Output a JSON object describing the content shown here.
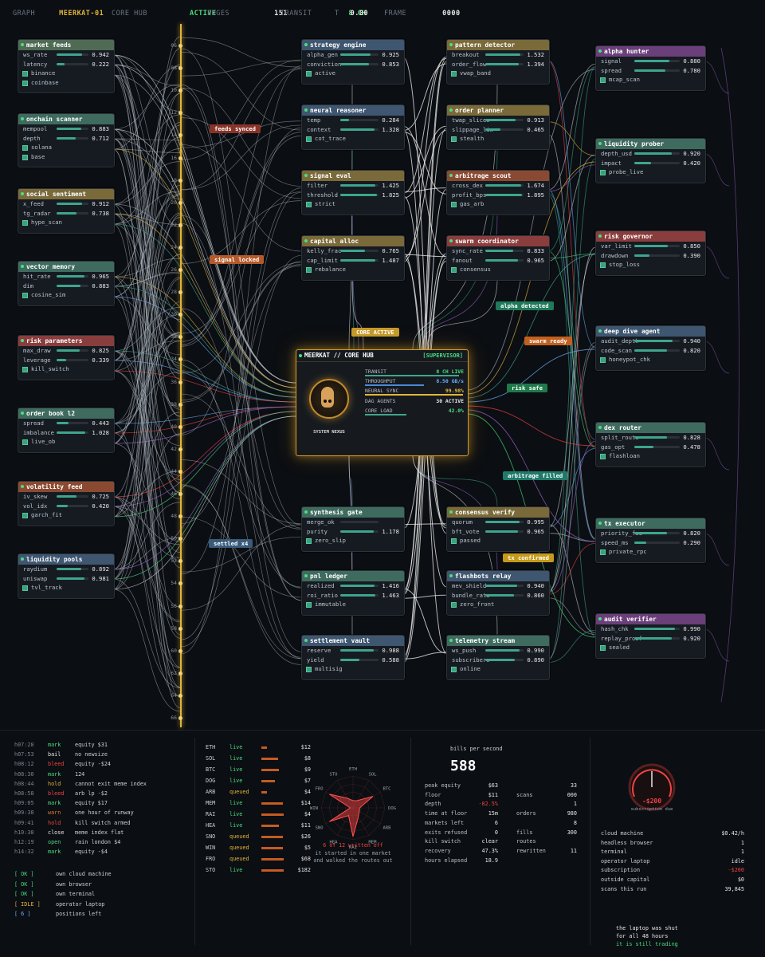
{
  "topbar": [
    {
      "k": "GRAPH",
      "v": "MEERKAT-01",
      "c": "#e0b53a"
    },
    {
      "k": "CORE HUB",
      "v": "ACTIVE",
      "c": "#4ade80"
    },
    {
      "k": "EDGES",
      "v": "151",
      "c": "#e6e6e6"
    },
    {
      "k": "TRANSIT",
      "v": "8 CH",
      "c": "#4ade80"
    },
    {
      "k": "T",
      "v": "0.00",
      "c": "#e6e6e6"
    },
    {
      "k": "FRAME",
      "v": "0000",
      "c": "#e6e6e6"
    }
  ],
  "rail_ticks": [
    "06",
    "08",
    "10",
    "12",
    "14",
    "16",
    "18",
    "20",
    "22",
    "24",
    "26",
    "28",
    "30",
    "32",
    "34",
    "36",
    "38",
    "40",
    "42",
    "44",
    "46",
    "48",
    "50",
    "52",
    "54",
    "56",
    "58",
    "60",
    "62",
    "64",
    "66"
  ],
  "left_nodes": [
    {
      "title": "market feeds",
      "color": "#4f6b54",
      "rows": [
        [
          "ws_rate",
          "0.942",
          0.8
        ],
        [
          "latency",
          "0.222",
          0.25
        ]
      ],
      "checks": [
        "binance",
        "coinbase"
      ]
    },
    {
      "title": "onchain scanner",
      "color": "#3f6b5f",
      "rows": [
        [
          "mempool",
          "0.883",
          0.78
        ],
        [
          "depth",
          "0.712",
          0.6
        ]
      ],
      "checks": [
        "solana",
        "base"
      ]
    },
    {
      "title": "social sentiment",
      "color": "#7a6a3a",
      "rows": [
        [
          "x_feed",
          "0.912",
          0.8
        ],
        [
          "tg_radar",
          "0.738",
          0.62
        ]
      ],
      "checks": [
        "hype_scan"
      ]
    },
    {
      "title": "vector memory",
      "color": "#3f6b5f",
      "rows": [
        [
          "hit_rate",
          "0.965",
          0.88
        ],
        [
          "dim",
          "0.883",
          0.75
        ]
      ],
      "checks": [
        "cosine_sim"
      ]
    },
    {
      "title": "risk parameters",
      "color": "#8a3d3d",
      "rows": [
        [
          "max_draw",
          "0.825",
          0.72
        ],
        [
          "leverage",
          "0.339",
          0.3
        ]
      ],
      "checks": [
        "kill_switch"
      ]
    },
    {
      "title": "order book l2",
      "color": "#3f6b5f",
      "rows": [
        [
          "spread",
          "0.443",
          0.38
        ],
        [
          "imbalance",
          "1.028",
          0.9
        ]
      ],
      "checks": [
        "live_ob"
      ]
    },
    {
      "title": "volatility feed",
      "color": "#8a4a32",
      "rows": [
        [
          "iv_skew",
          "0.725",
          0.62
        ],
        [
          "vol_idx",
          "0.420",
          0.36
        ]
      ],
      "checks": [
        "garch_fit"
      ]
    },
    {
      "title": "liquidity pools",
      "color": "#3f5670",
      "rows": [
        [
          "raydium",
          "0.892",
          0.78
        ],
        [
          "uniswap",
          "0.981",
          0.88
        ]
      ],
      "checks": [
        "tvl_track"
      ]
    }
  ],
  "mid_nodes": [
    {
      "title": "strategy engine",
      "color": "#3f5670",
      "rows": [
        [
          "alpha_gen",
          "0.925",
          0.8
        ],
        [
          "conviction",
          "0.853",
          0.74
        ]
      ],
      "checks": [
        "active"
      ]
    },
    {
      "title": "neural reasoner",
      "color": "#3f5670",
      "rows": [
        [
          "temp",
          "0.284",
          0.22
        ],
        [
          "context",
          "1.328",
          0.9
        ]
      ],
      "checks": [
        "cot_trace"
      ]
    },
    {
      "title": "signal eval",
      "color": "#7a6a3a",
      "rows": [
        [
          "filter",
          "1.425",
          0.92
        ],
        [
          "threshold",
          "1.825",
          0.95
        ]
      ],
      "checks": [
        "strict"
      ]
    },
    {
      "title": "capital alloc",
      "color": "#7a6a3a",
      "rows": [
        [
          "kelly_frac",
          "0.765",
          0.65
        ],
        [
          "cap_limit",
          "1.487",
          0.92
        ]
      ],
      "checks": [
        "rebalance"
      ]
    },
    {
      "title": "synthesis gate",
      "color": "#3f6b5f",
      "rows": [
        [
          "merge_ok",
          "",
          0.0
        ],
        [
          "purity",
          "1.178",
          0.88
        ]
      ],
      "checks": [
        "zero_slip"
      ]
    },
    {
      "title": "pnl ledger",
      "color": "#3f6b5f",
      "rows": [
        [
          "realized",
          "1.416",
          0.9
        ],
        [
          "roi_ratio",
          "1.463",
          0.92
        ]
      ],
      "checks": [
        "immutable"
      ]
    },
    {
      "title": "settlement vault",
      "color": "#3f5670",
      "rows": [
        [
          "reserve",
          "0.988",
          0.88
        ],
        [
          "yield",
          "0.588",
          0.5
        ]
      ],
      "checks": [
        "multisig"
      ]
    }
  ],
  "mid2_nodes": [
    {
      "title": "pattern detector",
      "color": "#7a6a3a",
      "rows": [
        [
          "breakout",
          "1.532",
          0.92
        ],
        [
          "order_flow",
          "1.394",
          0.88
        ]
      ],
      "checks": [
        "vwap_band"
      ]
    },
    {
      "title": "order planner",
      "color": "#7a6a3a",
      "rows": [
        [
          "twap_slices",
          "0.913",
          0.8
        ],
        [
          "slippage_lim",
          "0.465",
          0.4
        ]
      ],
      "checks": [
        "stealth"
      ]
    },
    {
      "title": "arbitrage scout",
      "color": "#8a4a32",
      "rows": [
        [
          "cross_dex",
          "1.674",
          0.93
        ],
        [
          "profit_bps",
          "1.895",
          0.96
        ]
      ],
      "checks": [
        "gas_arb"
      ]
    },
    {
      "title": "swarm coordinator",
      "color": "#8a3d3d",
      "rows": [
        [
          "sync_rate",
          "0.833",
          0.72
        ],
        [
          "fanout",
          "0.965",
          0.86
        ]
      ],
      "checks": [
        "consensus"
      ]
    },
    {
      "title": "consensus verify",
      "color": "#7a6a3a",
      "rows": [
        [
          "quorum",
          "0.995",
          0.9
        ],
        [
          "bft_vote",
          "0.965",
          0.86
        ]
      ],
      "checks": [
        "passed"
      ]
    },
    {
      "title": "flashbots relay",
      "color": "#3f5670",
      "rows": [
        [
          "mev_shield",
          "0.940",
          0.84
        ],
        [
          "bundle_rate",
          "0.860",
          0.76
        ]
      ],
      "checks": [
        "zero_front"
      ]
    },
    {
      "title": "telemetry stream",
      "color": "#3f6b5f",
      "rows": [
        [
          "ws_push",
          "0.990",
          0.9
        ],
        [
          "subscribers",
          "0.890",
          0.78
        ]
      ],
      "checks": [
        "online"
      ]
    }
  ],
  "right_nodes": [
    {
      "title": "alpha hunter",
      "color": "#6a3f7a",
      "rows": [
        [
          "signal",
          "0.880",
          0.78
        ],
        [
          "spread",
          "0.780",
          0.68
        ]
      ],
      "checks": [
        "mcap_scan"
      ]
    },
    {
      "title": "liquidity prober",
      "color": "#3f6b5f",
      "rows": [
        [
          "depth_usd",
          "0.920",
          0.82
        ],
        [
          "impact",
          "0.420",
          0.36
        ]
      ],
      "checks": [
        "probe_live"
      ]
    },
    {
      "title": "risk governor",
      "color": "#8a3d3d",
      "rows": [
        [
          "var_limit",
          "0.850",
          0.74
        ],
        [
          "drawdown",
          "0.390",
          0.34
        ]
      ],
      "checks": [
        "stop_loss"
      ]
    },
    {
      "title": "deep dive agent",
      "color": "#3f5670",
      "rows": [
        [
          "audit_depth",
          "0.940",
          0.84
        ],
        [
          "code_scan",
          "0.820",
          0.72
        ]
      ],
      "checks": [
        "honeypot_chk"
      ]
    },
    {
      "title": "dex router",
      "color": "#3f6b5f",
      "rows": [
        [
          "split_route",
          "0.828",
          0.72
        ],
        [
          "gas_opt",
          "0.478",
          0.42
        ]
      ],
      "checks": [
        "flashloan"
      ]
    },
    {
      "title": "tx executor",
      "color": "#3f6b5f",
      "rows": [
        [
          "priority_fee",
          "0.820",
          0.72
        ],
        [
          "speed_ms",
          "0.290",
          0.26
        ]
      ],
      "checks": [
        "private_rpc"
      ]
    },
    {
      "title": "audit verifier",
      "color": "#6a3f7a",
      "rows": [
        [
          "hash_chk",
          "0.990",
          0.9
        ],
        [
          "replay_proof",
          "0.920",
          0.82
        ]
      ],
      "checks": [
        "sealed"
      ]
    }
  ],
  "tags": [
    {
      "text": "feeds synced",
      "bg": "#8a3428"
    },
    {
      "text": "signal locked",
      "bg": "#b45a2a"
    },
    {
      "text": "CORE ACTIVE",
      "bg": "#c59a2a"
    },
    {
      "text": "alpha detected",
      "bg": "#1f7a5a"
    },
    {
      "text": "swarm ready",
      "bg": "#c2601f"
    },
    {
      "text": "risk safe",
      "bg": "#1f7a4a"
    },
    {
      "text": "arbitrage filled",
      "bg": "#1f7a6a"
    },
    {
      "text": "settled x4",
      "bg": "#3a5a7a"
    },
    {
      "text": "tx confirmed",
      "bg": "#c59a1a"
    }
  ],
  "hub": {
    "title": "MEERKAT // CORE HUB",
    "badge": "[SUPERVISOR]",
    "caption": "SYSTEM NEXUS",
    "rows": [
      {
        "l": "TRANSIT",
        "r": "8 CH LIVE",
        "c": "#4ade80",
        "fill": 0.95,
        "bc": "#3ea58e"
      },
      {
        "l": "THROUGHPUT",
        "r": "8.50 GB/s",
        "c": "#6ab0ff",
        "fill": 0.6,
        "bc": "#4a8ad8"
      },
      {
        "l": "NEURAL SYNC",
        "r": "99.98%",
        "c": "#e0b53a",
        "fill": 0.99,
        "bc": "#e0b53a"
      },
      {
        "l": "DAG AGENTS",
        "r": "30 ACTIVE",
        "c": "#e6e6e6",
        "fill": 0.0,
        "bc": "#3ea58e"
      },
      {
        "l": "CORE LOAD",
        "r": "42.0%",
        "c": "#4ade80",
        "fill": 0.42,
        "bc": "#3ea58e"
      }
    ]
  },
  "log": [
    {
      "t": "h07:28",
      "s": "mark",
      "c": "#4ade80",
      "m": "equity $31"
    },
    {
      "t": "h07:53",
      "s": "bail",
      "c": "#e6e6e6",
      "m": "no newsize"
    },
    {
      "t": "h08:12",
      "s": "bleed",
      "c": "#ef4444",
      "m": "equity -$24"
    },
    {
      "t": "h08:30",
      "s": "mark",
      "c": "#4ade80",
      "m": "124"
    },
    {
      "t": "h08:44",
      "s": "hold",
      "c": "#e0b53a",
      "m": "cannot exit meme index"
    },
    {
      "t": "h08:58",
      "s": "bleed",
      "c": "#ef4444",
      "m": "arb lp -$2"
    },
    {
      "t": "h09:05",
      "s": "mark",
      "c": "#4ade80",
      "m": "equity $17"
    },
    {
      "t": "h09:30",
      "s": "warn",
      "c": "#e07a2a",
      "m": "one hour of runway"
    },
    {
      "t": "h09:41",
      "s": "hold",
      "c": "#ef4444",
      "m": "kill switch armed"
    },
    {
      "t": "h10:38",
      "s": "close",
      "c": "#e6e6e6",
      "m": "meme index flat"
    },
    {
      "t": "h12:19",
      "s": "open",
      "c": "#4ade80",
      "m": "rain london $4"
    },
    {
      "t": "h14:32",
      "s": "mark",
      "c": "#4ade80",
      "m": "equity -$4"
    }
  ],
  "sys": [
    {
      "b": "[ OK ]",
      "c": "#4ade80",
      "m": "own cloud machine"
    },
    {
      "b": "[ OK ]",
      "c": "#4ade80",
      "m": "own browser"
    },
    {
      "b": "[ OK ]",
      "c": "#4ade80",
      "m": "own terminal"
    },
    {
      "b": "[ IDLE ]",
      "c": "#e0b53a",
      "m": "operator laptop"
    },
    {
      "b": "[ 6 ]",
      "c": "#6ab0ff",
      "m": "positions left"
    }
  ],
  "assets": [
    {
      "a": "ETH",
      "s": "live",
      "v": "$12",
      "f": 0.25
    },
    {
      "a": "SOL",
      "s": "live",
      "v": "$8",
      "f": 0.75
    },
    {
      "a": "BTC",
      "s": "live",
      "v": "$9",
      "f": 0.8
    },
    {
      "a": "DOG",
      "s": "live",
      "v": "$7",
      "f": 0.6
    },
    {
      "a": "ARB",
      "s": "queued",
      "v": "$4",
      "f": 0.25
    },
    {
      "a": "MEM",
      "s": "live",
      "v": "$14",
      "f": 0.95
    },
    {
      "a": "RAI",
      "s": "live",
      "v": "$4",
      "f": 1.0
    },
    {
      "a": "HEA",
      "s": "live",
      "v": "$11",
      "f": 0.8
    },
    {
      "a": "SNO",
      "s": "queued",
      "v": "$26",
      "f": 0.95
    },
    {
      "a": "WIN",
      "s": "queued",
      "v": "$5",
      "f": 0.95
    },
    {
      "a": "FRO",
      "s": "queued",
      "v": "$68",
      "f": 1.0
    },
    {
      "a": "STO",
      "s": "live",
      "v": "$182",
      "f": 1.0
    }
  ],
  "radar": {
    "labels": [
      "ETH",
      "SOL",
      "BTC",
      "DOG",
      "ARB",
      "MEM",
      "RAI",
      "HEA",
      "SNO",
      "WIN",
      "FRO",
      "STO"
    ],
    "values": [
      0.25,
      0.75,
      0.8,
      0.6,
      0.25,
      0.95,
      1.0,
      0.8,
      0.95,
      0.25,
      0.95,
      1.0
    ],
    "caption1": "6 of 12 written off",
    "caption2": "it started in one market",
    "caption3": "and walked the routes out"
  },
  "stats": {
    "bps_label": "bills per second",
    "bps_value": "588",
    "left": [
      [
        "peak equity",
        "$63",
        "#e6e6e6"
      ],
      [
        "floor",
        "$11",
        "#e6e6e6"
      ],
      [
        "depth",
        "-82.5%",
        "#ef4444"
      ],
      [
        "time at floor",
        "15m",
        "#e6e6e6"
      ],
      [
        "markets left",
        "6",
        "#e6e6e6"
      ],
      [
        "exits refused",
        "0",
        "#e6e6e6"
      ],
      [
        "kill switch",
        "clear",
        "#e6e6e6"
      ],
      [
        "recovery",
        "47.3%",
        "#e6e6e6"
      ],
      [
        "hours elapsed",
        "18.9",
        "#e6e6e6"
      ]
    ],
    "right": [
      [
        "scans",
        "33 000"
      ],
      [
        "orders",
        "1 980"
      ],
      [
        "fills",
        "8 300"
      ],
      [
        "routes rewritten",
        "11"
      ]
    ]
  },
  "gauge": {
    "value": "-$200",
    "label": "subscription due",
    "fill": 0.5
  },
  "infra": [
    [
      "cloud machine",
      "$0.42/h",
      "#e6e6e6"
    ],
    [
      "headless browser",
      "1",
      "#e6e6e6"
    ],
    [
      "terminal",
      "1",
      "#e6e6e6"
    ],
    [
      "operator laptop",
      "idle",
      "#e6e6e6"
    ],
    [
      "subscription",
      "-$200",
      "#ef4444"
    ],
    [
      "outside capital",
      "$0",
      "#e6e6e6"
    ],
    [
      "scans this run",
      "39,845",
      "#e6e6e6"
    ]
  ],
  "closing": [
    {
      "t": "the laptop was shut",
      "c": "#e6e6e6"
    },
    {
      "t": "for all 48 hours",
      "c": "#e6e6e6"
    },
    {
      "t": "it is still trading",
      "c": "#4ade80"
    }
  ]
}
